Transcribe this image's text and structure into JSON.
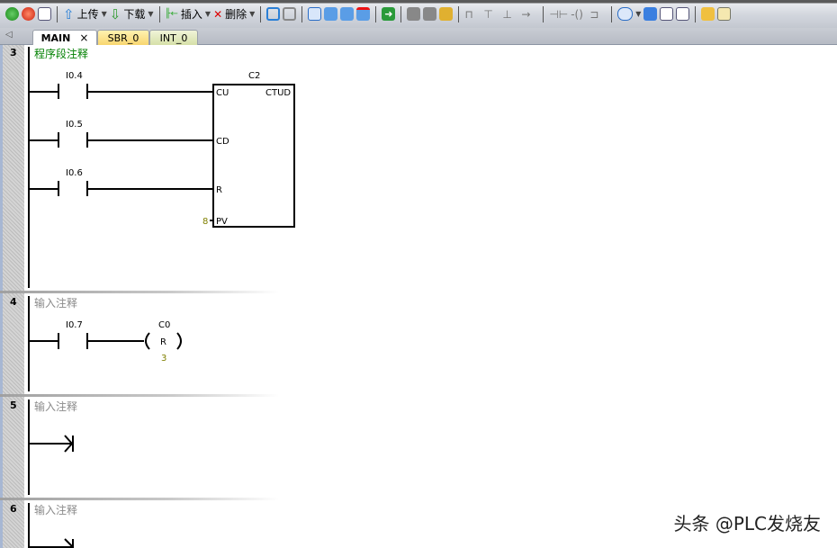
{
  "toolbar": {
    "run_icon": "run-icon",
    "stop_icon": "stop-icon",
    "compile_icon": "compile-icon",
    "upload": "上传",
    "download": "下载",
    "insert": "插入",
    "delete": "删除"
  },
  "tabs": [
    {
      "label": "MAIN",
      "close": "×"
    },
    {
      "label": "SBR_0"
    },
    {
      "label": "INT_0"
    }
  ],
  "networks": [
    {
      "number": "3",
      "comment": "程序段注释",
      "contacts": [
        "I0.4",
        "I0.5",
        "I0.6"
      ],
      "box": {
        "name": "C2",
        "type": "CTUD",
        "inputs": [
          "CU",
          "CD",
          "R",
          "PV"
        ],
        "pv_value": "8"
      }
    },
    {
      "number": "4",
      "comment": "输入注释",
      "contact": "I0.7",
      "coil": {
        "operand": "C0",
        "instruction": "R",
        "count": "3"
      }
    },
    {
      "number": "5",
      "comment": "输入注释"
    },
    {
      "number": "6",
      "comment": "输入注释"
    }
  ],
  "watermark": "头条 @PLC发烧友",
  "colors": {
    "comment_green": "#008000",
    "comment_gray": "#8a8a8a",
    "constant_olive": "#808000"
  }
}
